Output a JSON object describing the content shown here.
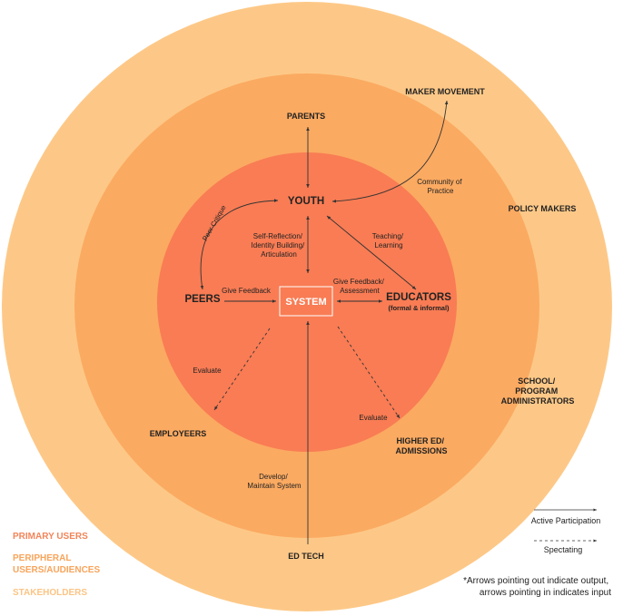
{
  "colors": {
    "stakeholders": "#FDC887",
    "peripheral": "#FBAA61",
    "primary": "#F97C54",
    "system_box_stroke": "#ffffff",
    "arrow": "#333333",
    "legend_primary": "#F28559",
    "legend_peripheral": "#F8A45B",
    "legend_stakeholders": "#FBC484"
  },
  "nodes": {
    "system": "SYSTEM",
    "youth": "YOUTH",
    "peers": "PEERS",
    "educators": "EDUCATORS",
    "educators_sub": "(formal & informal)",
    "parents": "PARENTS",
    "maker_movement": "MAKER MOVEMENT",
    "policy_makers": "POLICY MAKERS",
    "school_admin": [
      "SCHOOL/",
      "PROGRAM",
      "ADMINISTRATORS"
    ],
    "employers": "EMPLOYEERS",
    "higher_ed": [
      "HIGHER ED/",
      "ADMISSIONS"
    ],
    "ed_tech": "ED TECH"
  },
  "labels": {
    "self_reflection": [
      "Self-Reflection/",
      "Identity Building/",
      "Articulation"
    ],
    "teaching": [
      "Teaching/",
      "Learning"
    ],
    "community": [
      "Community of",
      "Practice"
    ],
    "peer_critique": "Peer Critique",
    "give_feedback": "Give Feedback",
    "give_feedback_assessment": [
      "Give Feedback/",
      "Assessment"
    ],
    "evaluate_left": "Evaluate",
    "evaluate_right": "Evaluate",
    "develop": [
      "Develop/",
      "Maintain System"
    ]
  },
  "legend": {
    "primary": "PRIMARY USERS",
    "peripheral": [
      "PERIPHERAL",
      "USERS/AUDIENCES"
    ],
    "stakeholders": "STAKEHOLDERS",
    "active": "Active Participation",
    "spectating": "Spectating"
  },
  "footnote": [
    "*Arrows pointing out indicate output,",
    "arrows pointing in indicates input"
  ]
}
